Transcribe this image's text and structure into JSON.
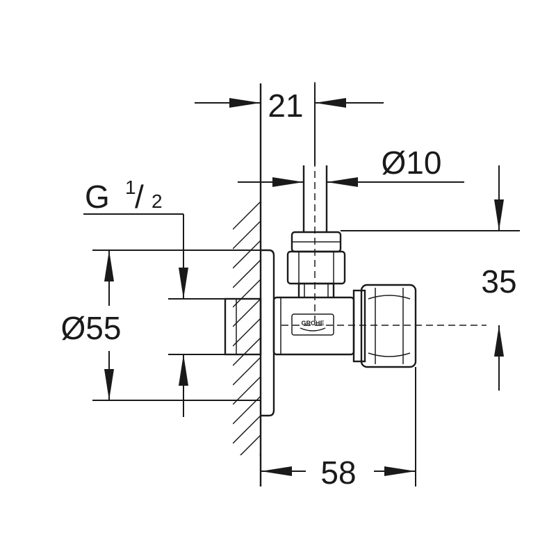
{
  "dimensions": {
    "top_width": "21",
    "pipe_diameter": "Ø10",
    "thread_prefix": "G",
    "thread_num": "1",
    "thread_slash": "/",
    "thread_den": "2",
    "rosette_diameter": "Ø55",
    "outlet_height": "35",
    "projection": "58"
  },
  "logo_text": "GROHE"
}
